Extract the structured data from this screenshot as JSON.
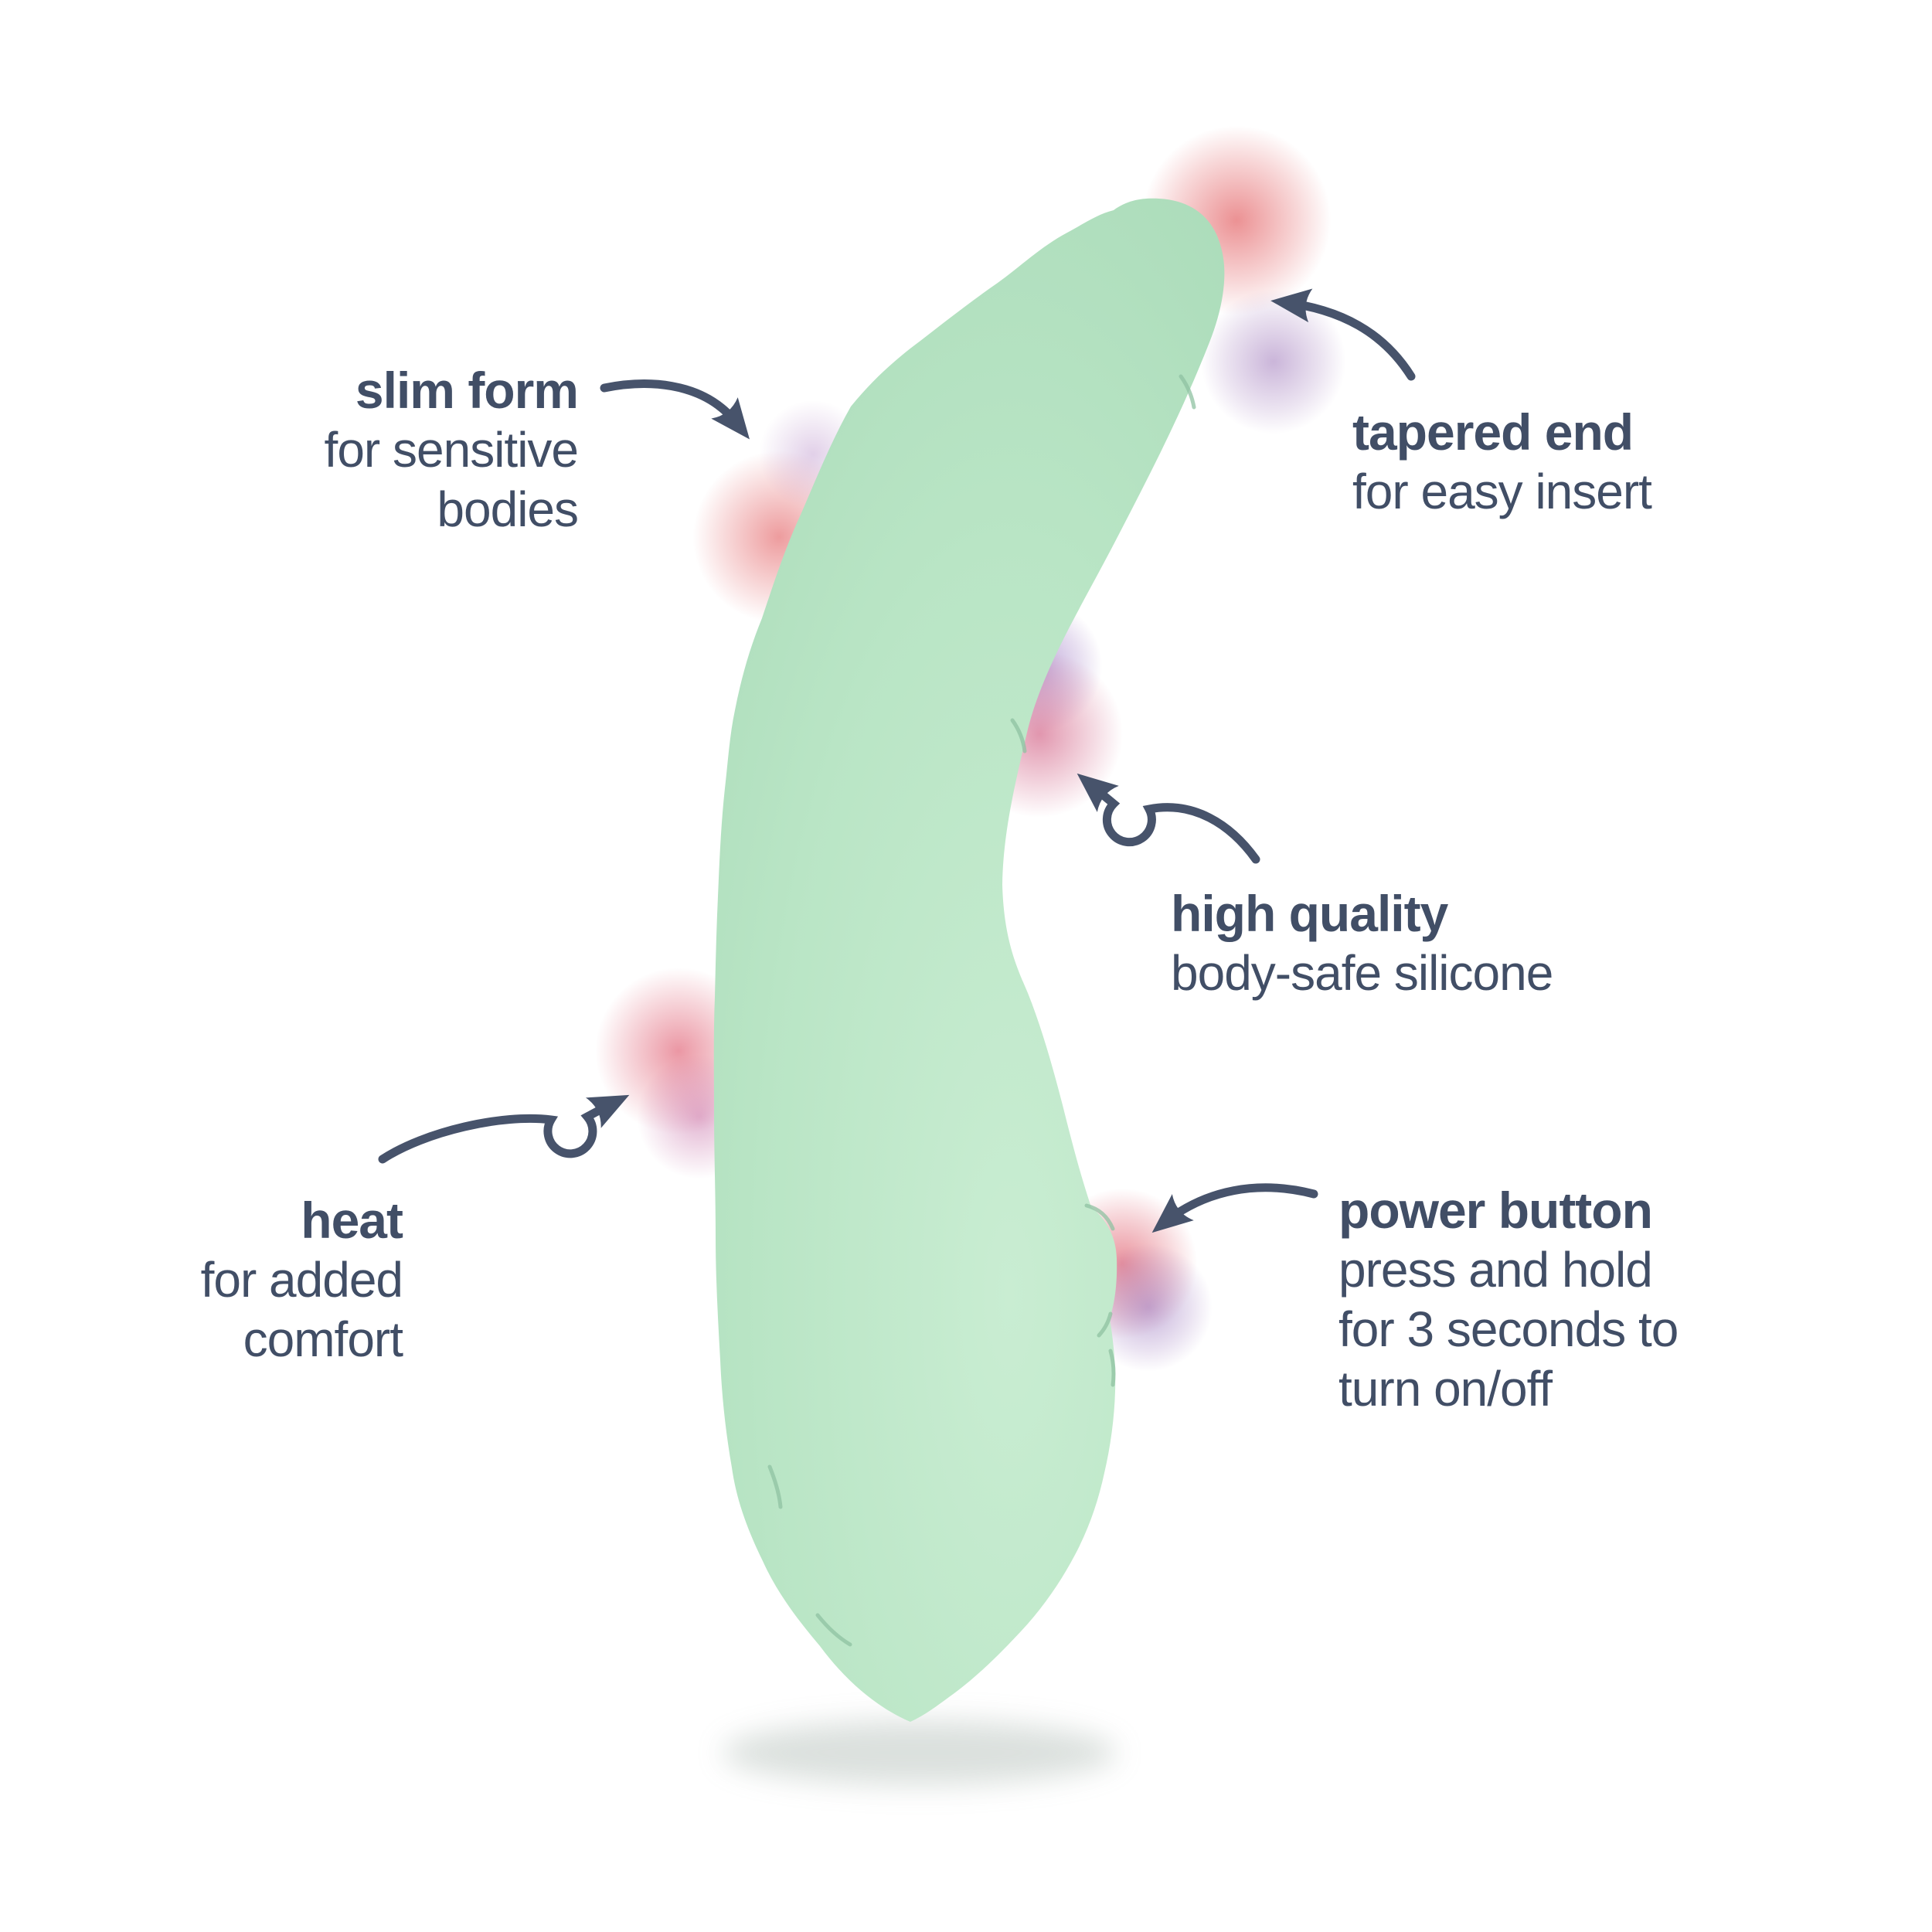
{
  "product": {
    "name": "mint green personal wellness wand",
    "style": "curved slim wand with tapered tip, wide rounded base and side power button"
  },
  "annotations": [
    {
      "id": "slim-form",
      "title": "slim form",
      "lines": [
        "for sensitive",
        "bodies"
      ]
    },
    {
      "id": "tapered-end",
      "title": "tapered end",
      "lines": [
        "for easy insert"
      ]
    },
    {
      "id": "high-quality",
      "title": "high quality",
      "lines": [
        "body-safe silicone"
      ]
    },
    {
      "id": "heat",
      "title": "heat",
      "lines": [
        "for added",
        "comfort"
      ]
    },
    {
      "id": "power-button",
      "title": "power button",
      "lines": [
        "press and hold",
        "for 3 seconds to",
        "turn on/off"
      ]
    }
  ],
  "icons": [
    "curved-arrow-icon",
    "curved-arrow-icon",
    "loop-arrow-icon",
    "loop-arrow-icon",
    "curved-arrow-icon"
  ],
  "colors": {
    "background": "#ffffff",
    "text": "#414e66",
    "arrow": "#47536b",
    "product_mint": "#b9e5c5",
    "product_highlight": "#c9edd2",
    "product_shade": "#a9dab8",
    "glow_red": "#e2676a",
    "glow_magenta": "#b94b91",
    "glow_purple": "#8a5fb8"
  }
}
